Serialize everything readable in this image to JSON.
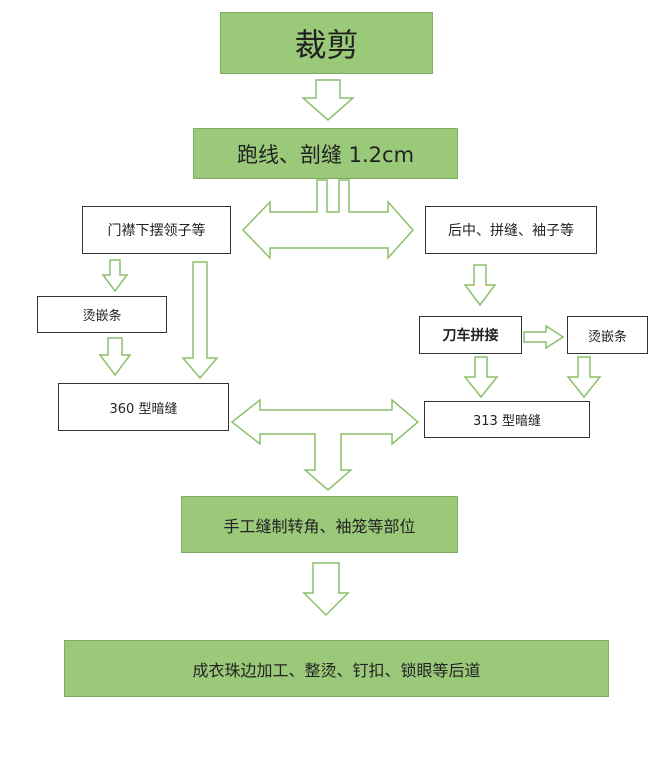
{
  "nodes": {
    "cut": "裁剪",
    "serge": "跑线、剖缝 1.2cm",
    "left_parts": "门襟下摆领子等",
    "right_parts": "后中、拼缝、袖子等",
    "press_strip_left": "烫嵌条",
    "knife_join": "刀车拼接",
    "press_strip_right": "烫嵌条",
    "seam_360": "360 型暗缝",
    "seam_313": "313 型暗缝",
    "hand_sew": "手工缝制转角、袖笼等部位",
    "finishing": "成衣珠边加工、整烫、钉扣、锁眼等后道"
  },
  "colors": {
    "green_fill": "#9bc97a",
    "arrow_outline": "#8cbf6c"
  }
}
